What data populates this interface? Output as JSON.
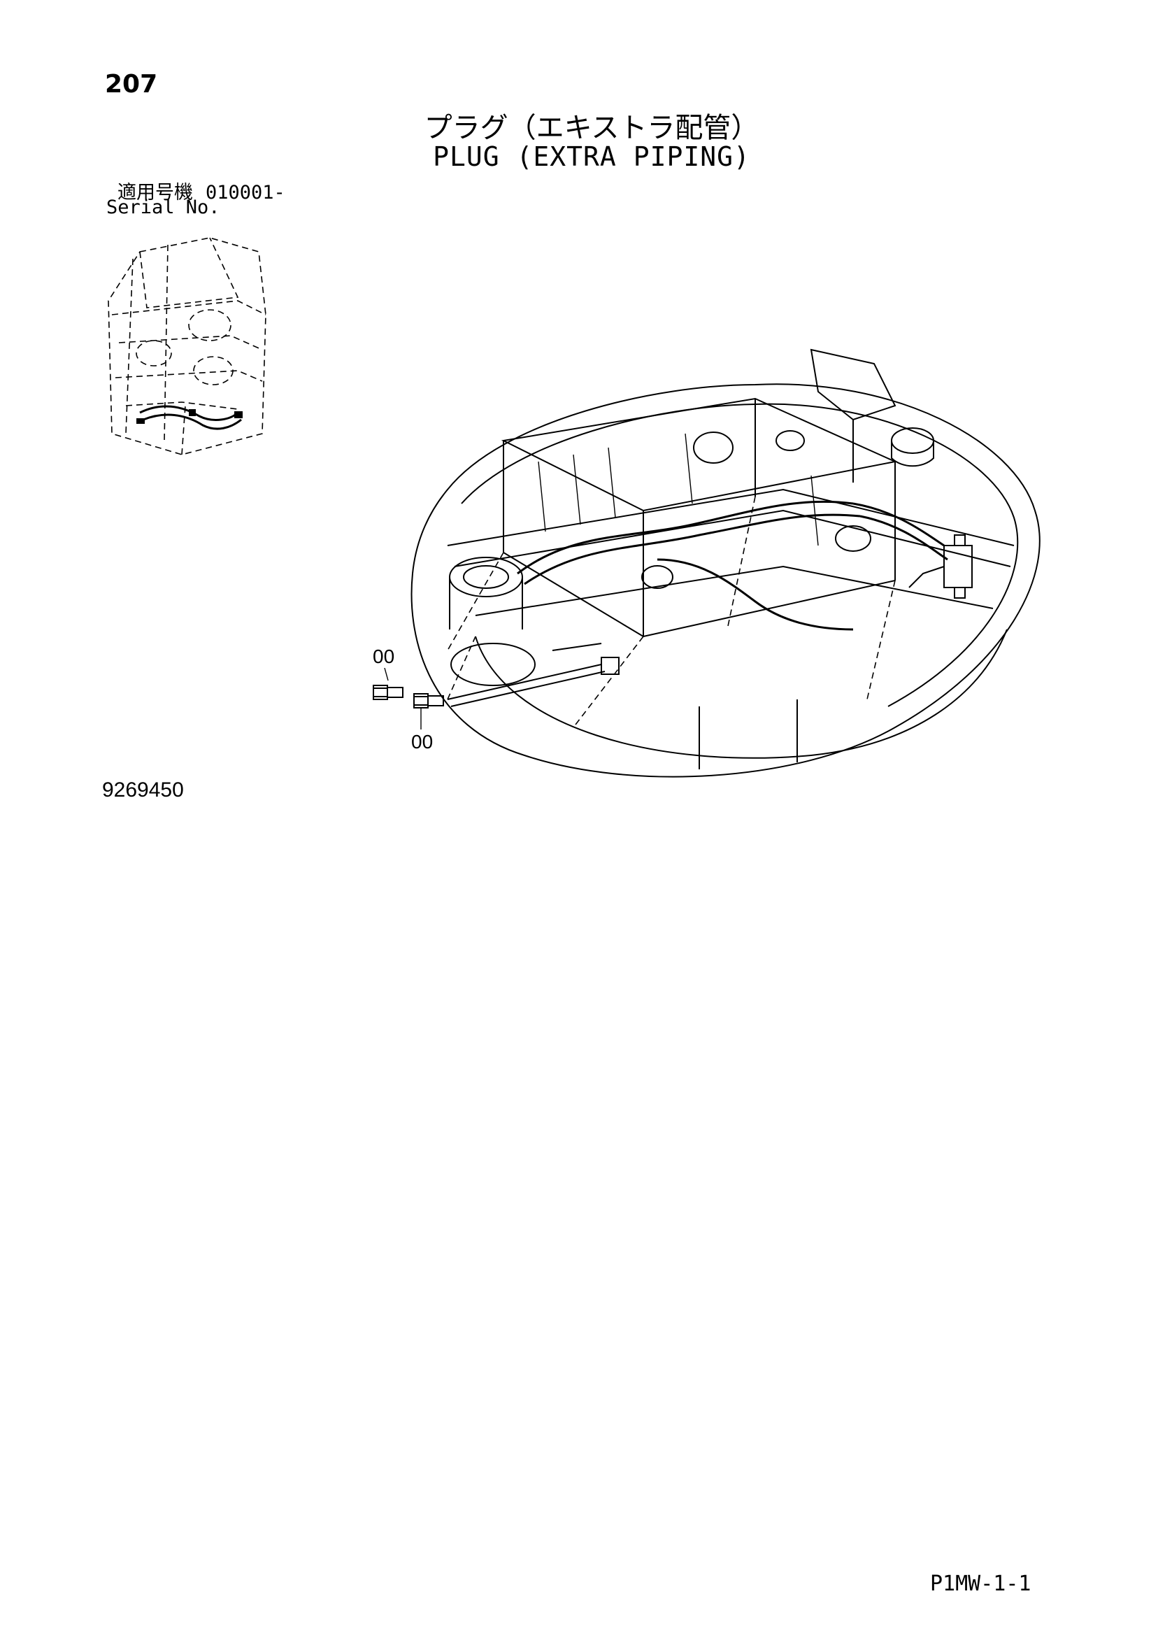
{
  "page_number": "207",
  "title_jp": "プラグ（エキストラ配管）",
  "title_en": "PLUG (EXTRA PIPING)",
  "serial_label_jp": "適用号機",
  "serial_value": "010001-",
  "serial_label_en": "Serial No.",
  "callouts": [
    "00",
    "00"
  ],
  "drawing_number": "9269450",
  "page_code": "P1MW-1-1"
}
